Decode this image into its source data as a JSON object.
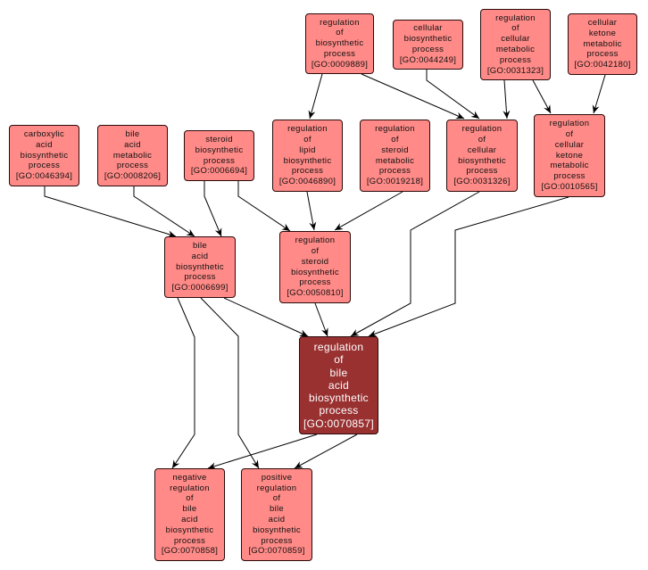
{
  "colors": {
    "node": "#ff8a87",
    "highlight": "#993131",
    "edge": "#000000"
  },
  "nodes": {
    "n9889": {
      "label": "regulation\nof\nbiosynthetic\nprocess\n[GO:0009889]"
    },
    "n44249": {
      "label": "cellular\nbiosynthetic\nprocess\n[GO:0044249]"
    },
    "n31323": {
      "label": "regulation\nof\ncellular\nmetabolic\nprocess\n[GO:0031323]"
    },
    "n42180": {
      "label": "cellular\nketone\nmetabolic\nprocess\n[GO:0042180]"
    },
    "n46394": {
      "label": "carboxylic\nacid\nbiosynthetic\nprocess\n[GO:0046394]"
    },
    "n8206": {
      "label": "bile\nacid\nmetabolic\nprocess\n[GO:0008206]"
    },
    "n6694": {
      "label": "steroid\nbiosynthetic\nprocess\n[GO:0006694]"
    },
    "n46890": {
      "label": "regulation\nof\nlipid\nbiosynthetic\nprocess\n[GO:0046890]"
    },
    "n19218": {
      "label": "regulation\nof\nsteroid\nmetabolic\nprocess\n[GO:0019218]"
    },
    "n31326": {
      "label": "regulation\nof\ncellular\nbiosynthetic\nprocess\n[GO:0031326]"
    },
    "n10565": {
      "label": "regulation\nof\ncellular\nketone\nmetabolic\nprocess\n[GO:0010565]"
    },
    "n6699": {
      "label": "bile\nacid\nbiosynthetic\nprocess\n[GO:0006699]"
    },
    "n50810": {
      "label": "regulation\nof\nsteroid\nbiosynthetic\nprocess\n[GO:0050810]"
    },
    "n70857": {
      "label": "regulation\nof\nbile\nacid\nbiosynthetic\nprocess\n[GO:0070857]"
    },
    "n70858": {
      "label": "negative\nregulation\nof\nbile\nacid\nbiosynthetic\nprocess\n[GO:0070858]"
    },
    "n70859": {
      "label": "positive\nregulation\nof\nbile\nacid\nbiosynthetic\nprocess\n[GO:0070859]"
    }
  },
  "edges": [
    {
      "from": "GO:0009889",
      "to": "GO:0046890"
    },
    {
      "from": "GO:0009889",
      "to": "GO:0031326"
    },
    {
      "from": "GO:0044249",
      "to": "GO:0031326"
    },
    {
      "from": "GO:0031323",
      "to": "GO:0031326"
    },
    {
      "from": "GO:0031323",
      "to": "GO:0010565"
    },
    {
      "from": "GO:0042180",
      "to": "GO:0010565"
    },
    {
      "from": "GO:0046394",
      "to": "GO:0006699"
    },
    {
      "from": "GO:0008206",
      "to": "GO:0006699"
    },
    {
      "from": "GO:0006694",
      "to": "GO:0006699"
    },
    {
      "from": "GO:0006694",
      "to": "GO:0050810"
    },
    {
      "from": "GO:0046890",
      "to": "GO:0050810"
    },
    {
      "from": "GO:0019218",
      "to": "GO:0050810"
    },
    {
      "from": "GO:0031326",
      "to": "GO:0070857"
    },
    {
      "from": "GO:0010565",
      "to": "GO:0070857"
    },
    {
      "from": "GO:0006699",
      "to": "GO:0070857"
    },
    {
      "from": "GO:0006699",
      "to": "GO:0070858"
    },
    {
      "from": "GO:0006699",
      "to": "GO:0070859"
    },
    {
      "from": "GO:0050810",
      "to": "GO:0070857"
    },
    {
      "from": "GO:0070857",
      "to": "GO:0070858"
    },
    {
      "from": "GO:0070857",
      "to": "GO:0070859"
    }
  ]
}
